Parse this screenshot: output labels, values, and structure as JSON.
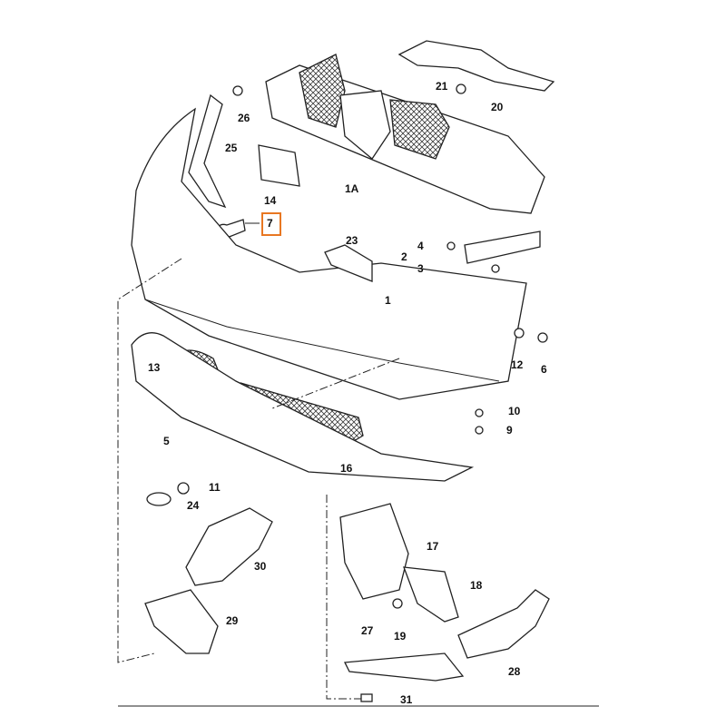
{
  "diagram": {
    "title": "Front bumper parts diagram",
    "highlight_color": "#e87722",
    "highlighted_part": "7",
    "callouts": [
      {
        "id": "c26",
        "label": "26"
      },
      {
        "id": "c25",
        "label": "25"
      },
      {
        "id": "c14",
        "label": "14"
      },
      {
        "id": "c7",
        "label": "7"
      },
      {
        "id": "c21",
        "label": "21"
      },
      {
        "id": "c20",
        "label": "20"
      },
      {
        "id": "c1A",
        "label": "1A"
      },
      {
        "id": "c23",
        "label": "23"
      },
      {
        "id": "c4",
        "label": "4"
      },
      {
        "id": "c2",
        "label": "2"
      },
      {
        "id": "c3",
        "label": "3"
      },
      {
        "id": "c1",
        "label": "1"
      },
      {
        "id": "c12",
        "label": "12"
      },
      {
        "id": "c6",
        "label": "6"
      },
      {
        "id": "c13",
        "label": "13"
      },
      {
        "id": "c10",
        "label": "10"
      },
      {
        "id": "c9",
        "label": "9"
      },
      {
        "id": "c5",
        "label": "5"
      },
      {
        "id": "c16",
        "label": "16"
      },
      {
        "id": "c11",
        "label": "11"
      },
      {
        "id": "c24",
        "label": "24"
      },
      {
        "id": "c30",
        "label": "30"
      },
      {
        "id": "c17",
        "label": "17"
      },
      {
        "id": "c18",
        "label": "18"
      },
      {
        "id": "c29",
        "label": "29"
      },
      {
        "id": "c19",
        "label": "19"
      },
      {
        "id": "c27",
        "label": "27"
      },
      {
        "id": "c28",
        "label": "28"
      },
      {
        "id": "c31",
        "label": "31"
      }
    ]
  }
}
